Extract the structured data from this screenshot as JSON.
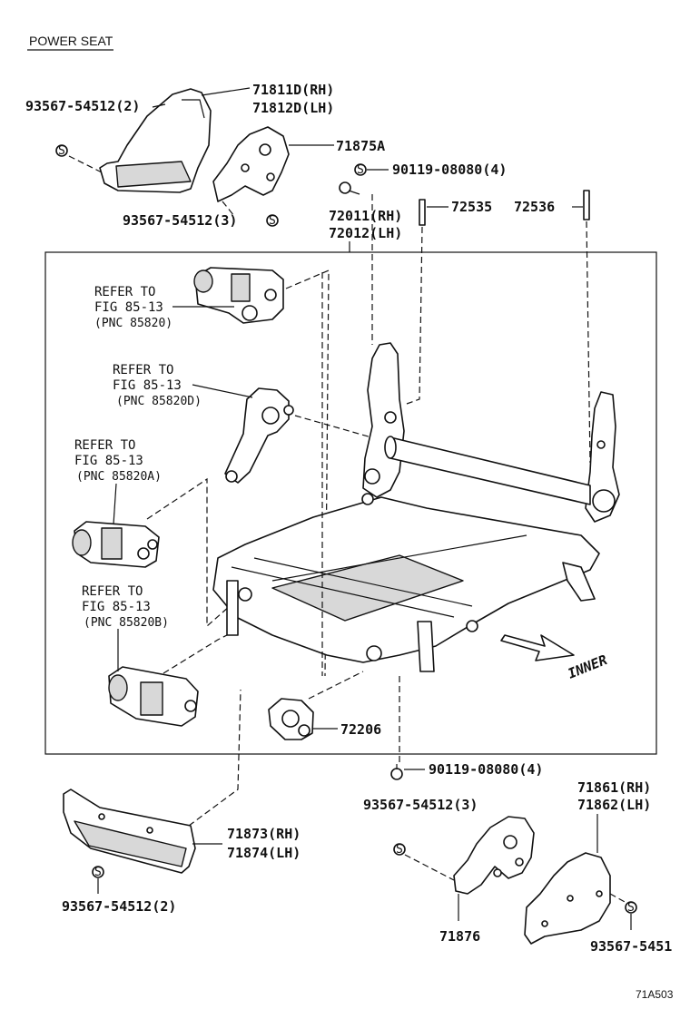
{
  "title": "POWER SEAT",
  "figure_code": "71A503",
  "direction_label": "INNER",
  "parts": {
    "p71811D": "71811D(RH)",
    "p71812D": "71812D(LH)",
    "p71875A": "71875A",
    "p90119_top": "90119-08080(4)",
    "p93567_top": "93567-54512(2)",
    "p93567_mid": "93567-54512(3)",
    "p72011": "72011(RH)",
    "p72012": "72012(LH)",
    "p72535": "72535",
    "p72536": "72536",
    "p72206": "72206",
    "p90119_bot": "90119-08080(4)",
    "p71861": "71861(RH)",
    "p71862": "71862(LH)",
    "p93567_r3": "93567-54512(3)",
    "p71873": "71873(RH)",
    "p71874": "71874(LH)",
    "p93567_b2": "93567-54512(2)",
    "p71876": "71876",
    "p93567_br": "93567-5451"
  },
  "refs": [
    {
      "line1": "REFER TO",
      "line2": "FIG 85-13",
      "line3": "(PNC 85820)"
    },
    {
      "line1": "REFER TO",
      "line2": "FIG 85-13",
      "line3": "(PNC 85820D)"
    },
    {
      "line1": "REFER TO",
      "line2": "FIG 85-13",
      "line3": "(PNC 85820A)"
    },
    {
      "line1": "REFER TO",
      "line2": "FIG 85-13",
      "line3": "(PNC 85820B)"
    }
  ]
}
